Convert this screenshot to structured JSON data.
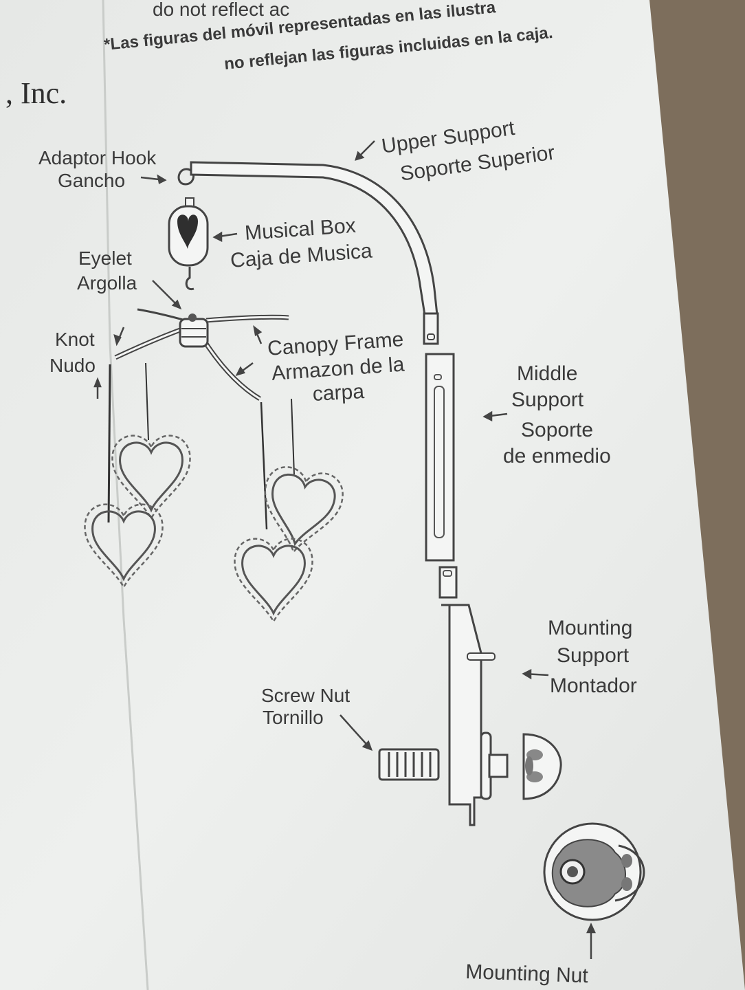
{
  "header": {
    "line_top": "do not reflect ac",
    "spanish_line1": "*Las figuras del móvil representadas en las ilustra",
    "spanish_line2": "no reflejan las figuras incluidas en la caja.",
    "company": ", Inc."
  },
  "labels": {
    "adaptor_hook": {
      "en": "Adaptor Hook",
      "es": "Gancho"
    },
    "upper_support": {
      "en": "Upper Support",
      "es": "Soporte Superior"
    },
    "musical_box": {
      "en": "Musical Box",
      "es": "Caja de Musica"
    },
    "eyelet": {
      "en": "Eyelet",
      "es": "Argolla"
    },
    "knot": {
      "en": "Knot",
      "es": "Nudo"
    },
    "canopy_frame": {
      "en": "Canopy Frame",
      "es1": "Armazon de la",
      "es2": "carpa"
    },
    "middle_support": {
      "en1": "Middle",
      "en2": "Support",
      "es1": "Soporte",
      "es2": "de enmedio"
    },
    "mounting_support": {
      "en1": "Mounting",
      "en2": "Support",
      "es": "Montador"
    },
    "screw_nut": {
      "en": "Screw Nut",
      "es": "Tornillo"
    },
    "mounting_nut": {
      "en": "Mounting Nut"
    }
  },
  "colors": {
    "paper": "#eceeec",
    "ink": "#3a3a3a",
    "background": "#8a7a66"
  }
}
